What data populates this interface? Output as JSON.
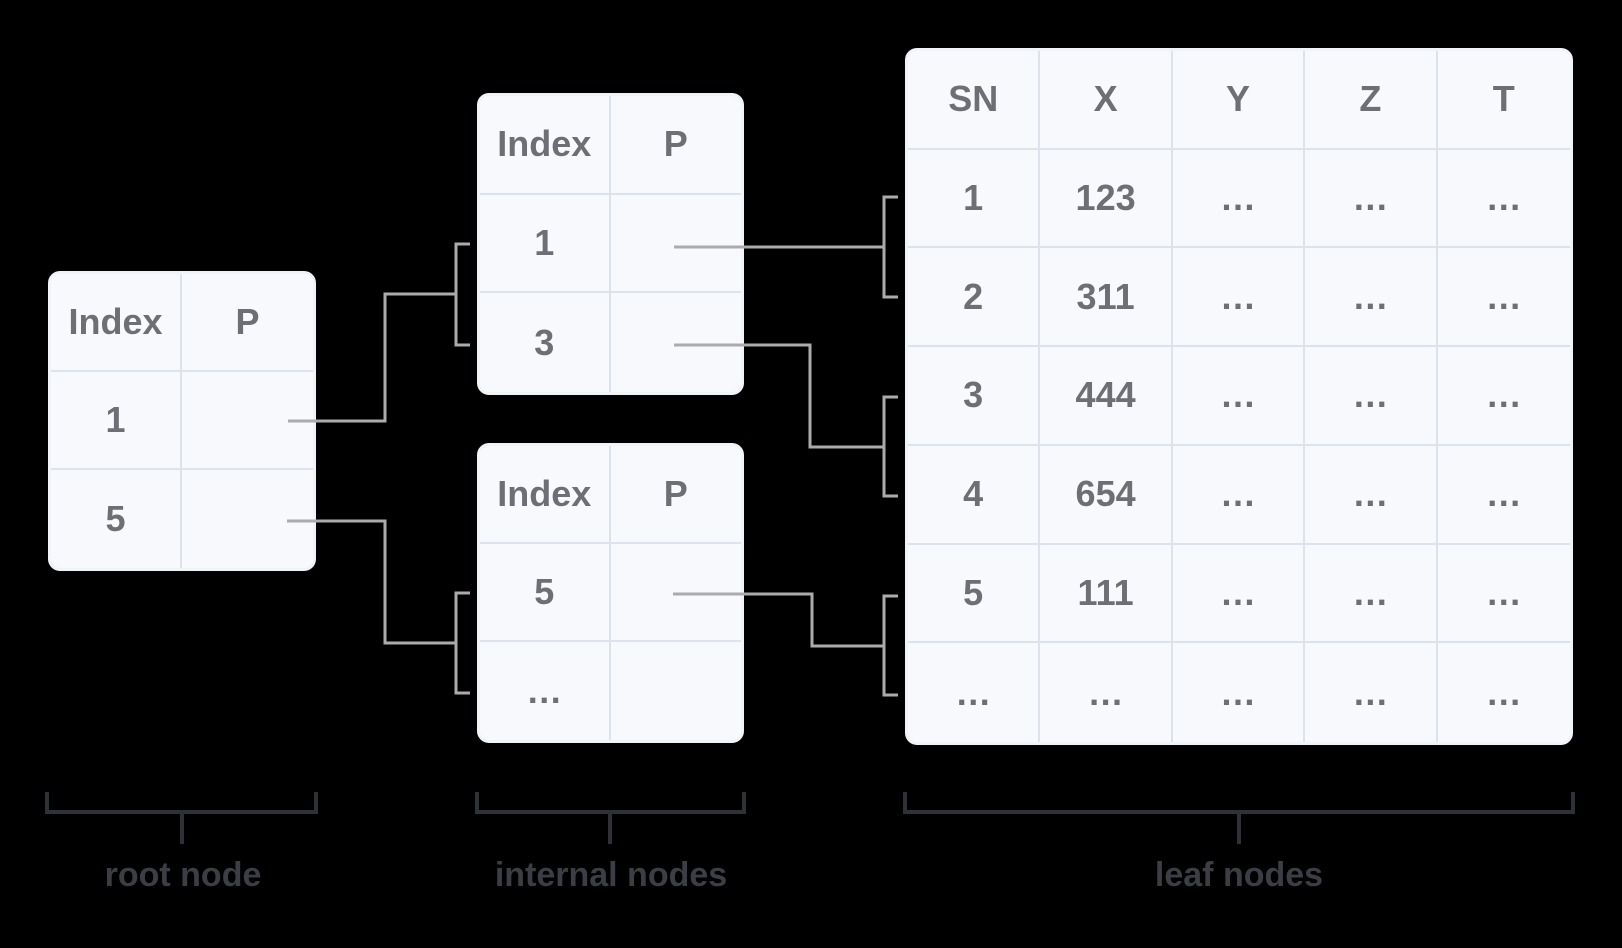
{
  "colors": {
    "background": "#000000",
    "table_background": "#f7f9fc",
    "table_grid_line": "#dce3ed",
    "table_outer_border": "#f0f4f9",
    "table_text": "#6d6f74",
    "connector_line": "#ababab",
    "bottom_bracket": "#2e3136",
    "label_text": "#3b3e44"
  },
  "tables": {
    "root": {
      "headers": [
        "Index",
        "P"
      ],
      "rows": [
        [
          "1",
          ""
        ],
        [
          "5",
          ""
        ]
      ]
    },
    "internal_top": {
      "headers": [
        "Index",
        "P"
      ],
      "rows": [
        [
          "1",
          ""
        ],
        [
          "3",
          ""
        ]
      ]
    },
    "internal_bottom": {
      "headers": [
        "Index",
        "P"
      ],
      "rows": [
        [
          "5",
          ""
        ],
        [
          "…",
          ""
        ]
      ]
    },
    "leaf": {
      "headers": [
        "SN",
        "X",
        "Y",
        "Z",
        "T"
      ],
      "rows": [
        [
          "1",
          "123",
          "…",
          "…",
          "…"
        ],
        [
          "2",
          "311",
          "…",
          "…",
          "…"
        ],
        [
          "3",
          "444",
          "…",
          "…",
          "…"
        ],
        [
          "4",
          "654",
          "…",
          "…",
          "…"
        ],
        [
          "5",
          "111",
          "…",
          "…",
          "…"
        ],
        [
          "…",
          "…",
          "…",
          "…",
          "…"
        ]
      ]
    }
  },
  "labels": {
    "root": "root node",
    "internal": "internal nodes",
    "leaf": "leaf nodes"
  }
}
